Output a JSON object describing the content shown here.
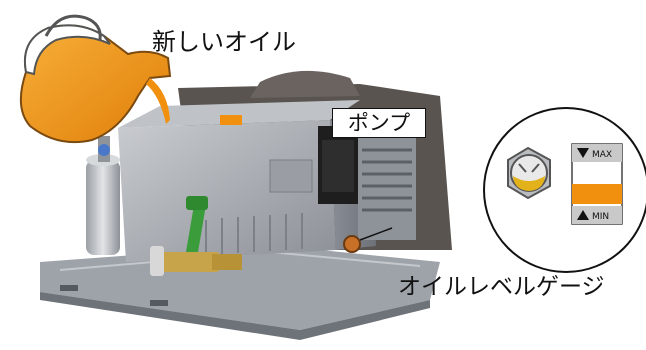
{
  "labels": {
    "new_oil": "新しいオイル",
    "pump": "ポンプ",
    "oil_level_gauge": "オイルレベルゲージ"
  },
  "gauge": {
    "max_label": "MAX",
    "min_label": "MIN"
  },
  "colors": {
    "oil": "#f0900e",
    "pump_body": "#a9adb3",
    "valve_handle": "#3a9c3a",
    "base_plate": "#9ea3a9"
  }
}
